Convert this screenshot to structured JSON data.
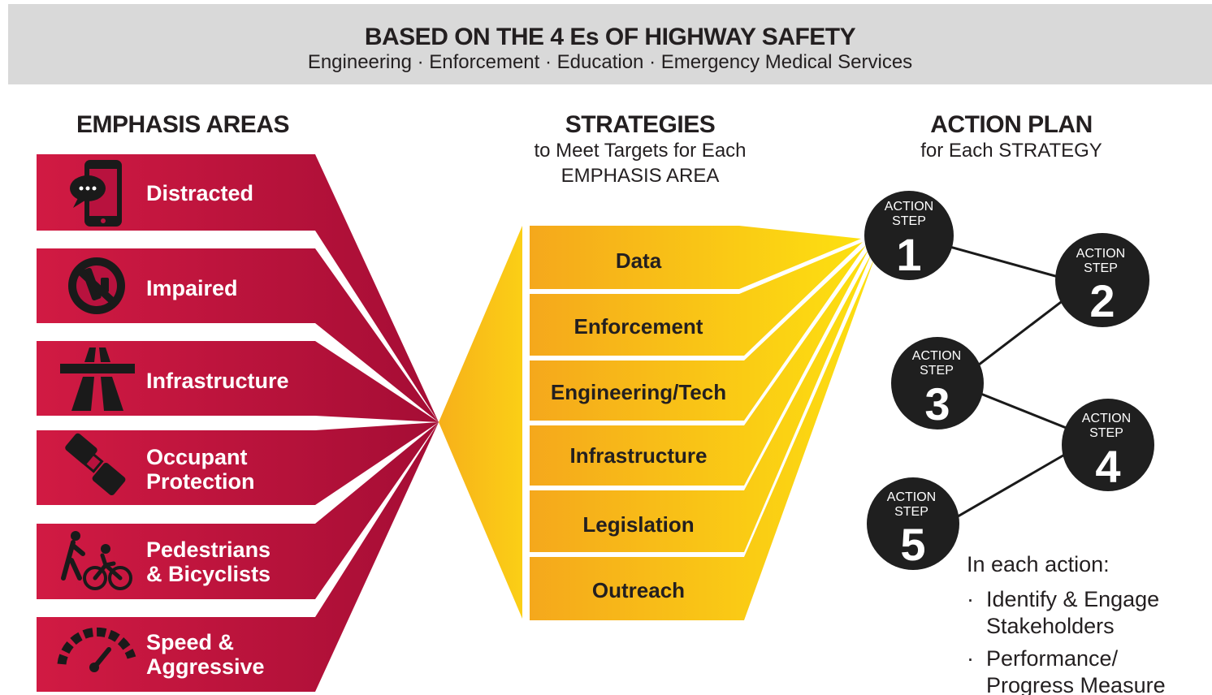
{
  "banner": {
    "title": "BASED ON THE 4 Es OF HIGHWAY SAFETY",
    "subtitle": "Engineering · Enforcement · Education · Emergency Medical Services"
  },
  "emphasis": {
    "heading": "EMPHASIS AREAS",
    "color": "#b8123e",
    "items": [
      {
        "line1": "Distracted",
        "line2": "",
        "icon": "phone-chat-icon"
      },
      {
        "line1": "Impaired",
        "line2": "",
        "icon": "no-drinking-icon"
      },
      {
        "line1": "Infrastructure",
        "line2": "",
        "icon": "highway-icon"
      },
      {
        "line1": "Occupant",
        "line2": "Protection",
        "icon": "seatbelt-icon"
      },
      {
        "line1": "Pedestrians",
        "line2": "& Bicyclists",
        "icon": "pedestrian-bicycle-icon"
      },
      {
        "line1": "Speed &",
        "line2": "Aggressive",
        "icon": "speedometer-icon"
      }
    ]
  },
  "strategies": {
    "heading": "STRATEGIES",
    "subheading_line1": "to Meet Targets for Each",
    "subheading_line2": "EMPHASIS AREA",
    "color": "#f7c21a",
    "items": [
      "Data",
      "Enforcement",
      "Engineering/Tech",
      "Infrastructure",
      "Legislation",
      "Outreach"
    ]
  },
  "action_plan": {
    "heading": "ACTION PLAN",
    "subheading": "for Each STRATEGY",
    "step_word_1": "ACTION",
    "step_word_2": "STEP",
    "steps": [
      "1",
      "2",
      "3",
      "4",
      "5"
    ],
    "note_intro": "In each action:",
    "note_bullet": "·",
    "notes": [
      {
        "line1": "Identify & Engage",
        "line2": "Stakeholders"
      },
      {
        "line1": "Performance/",
        "line2": "Progress Measure"
      }
    ]
  }
}
